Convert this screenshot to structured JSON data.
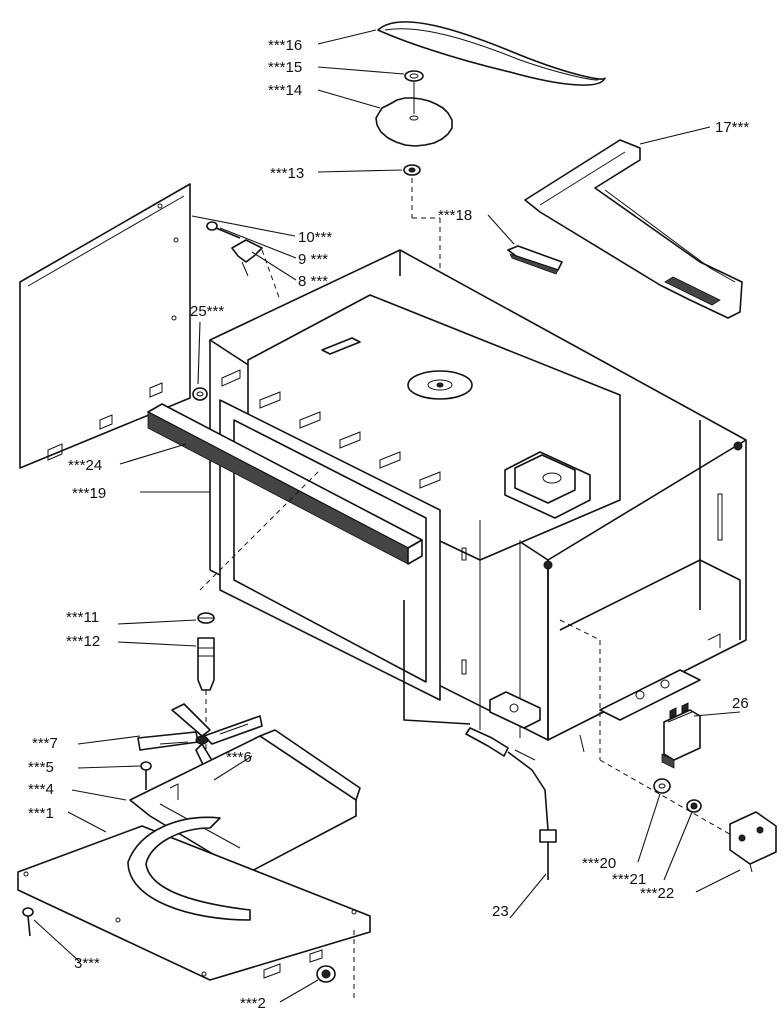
{
  "callouts": {
    "c1": "***1",
    "c2": "***2",
    "c3": "3***",
    "c4": "***4",
    "c5": "***5",
    "c6": "***6",
    "c7": "***7",
    "c8": "8 ***",
    "c9": "9 ***",
    "c10": "10***",
    "c11": "***11",
    "c12": "***12",
    "c13": "***13",
    "c14": "***14",
    "c15": "***15",
    "c16": "***16",
    "c17": "17***",
    "c18": "***18",
    "c19": "***19",
    "c20": "***20",
    "c21": "***21",
    "c22": "***22",
    "c23": "23",
    "c24": "***24",
    "c25": "25***",
    "c26": "26"
  }
}
